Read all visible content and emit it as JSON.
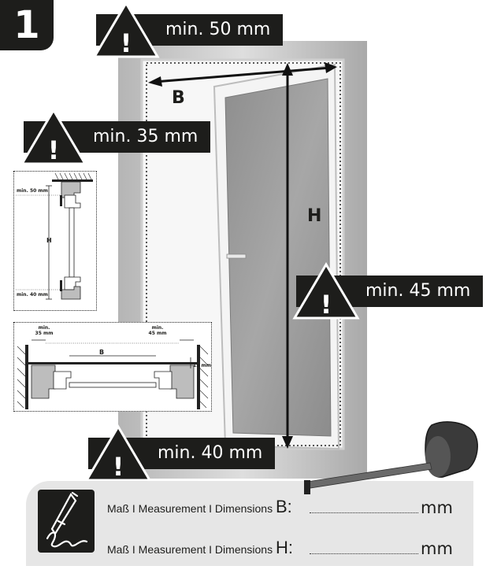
{
  "step_number": "1",
  "warnings": {
    "top": "min. 50 mm",
    "left": "min. 35 mm",
    "right": "min. 45 mm",
    "bottom": "min. 40 mm"
  },
  "dimension_labels": {
    "width": "B",
    "height": "H"
  },
  "section_vertical": {
    "top": "min. 50 mm",
    "height": "H",
    "bottom": "min. 40 mm"
  },
  "section_horizontal": {
    "left": "min.\n35 mm",
    "right": "min.\n45 mm",
    "width": "B",
    "depth": "15 mm"
  },
  "measurement_rows": [
    {
      "label": "Maß I Measurement I Dimensions",
      "letter": "B:",
      "unit": "mm"
    },
    {
      "label": "Maß I Measurement I Dimensions",
      "letter": "H:",
      "unit": "mm"
    }
  ],
  "icons": [
    "warning-triangle-icon",
    "pen-icon",
    "tape-measure-icon"
  ],
  "colors": {
    "dark": "#1d1d1b",
    "panel": "#e6e6e6",
    "white": "#ffffff"
  }
}
